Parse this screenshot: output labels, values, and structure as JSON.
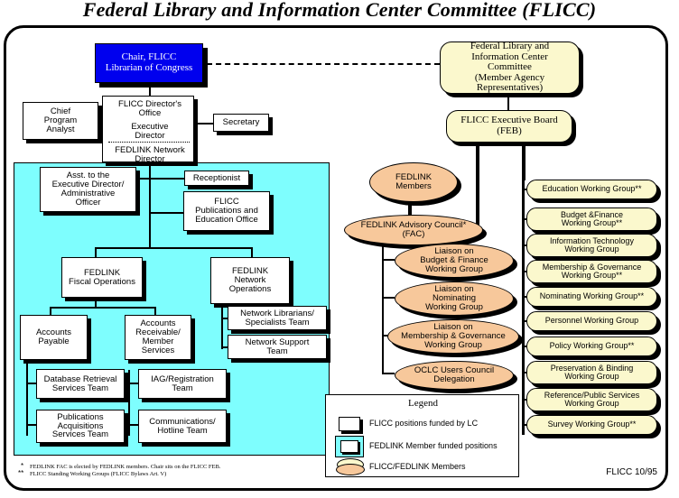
{
  "title": "Federal Library and Information Center Committee (FLICC)",
  "nodes": {
    "chair": "Chair, FLICC\nLibrarian of Congress",
    "flicc_committee": "Federal Library and\nInformation Center\nCommittee\n(Member Agency Representatives)",
    "feb": "FLICC Executive Board\n(FEB)",
    "directors_office_top": "FLICC Director's\nOffice",
    "directors_office_mid": "Executive\nDirector",
    "directors_office_bot": "FEDLINK Network\nDirector",
    "chief_program_analyst": "Chief\nProgram\nAnalyst",
    "secretary": "Secretary",
    "asst_exec_dir": "Asst. to the\nExecutive Director/\nAdministrative\nOfficer",
    "receptionist": "Receptionist",
    "pubs_education": "FLICC\nPublications and\nEducation Office",
    "fiscal_ops": "FEDLINK\nFiscal Operations",
    "network_ops": "FEDLINK\nNetwork\nOperations",
    "accounts_payable": "Accounts\nPayable",
    "accounts_receivable": "Accounts\nReceivable/\nMember\nServices",
    "network_librarians": "Network   Librarians/\nSpecialists   Team",
    "network_support": "Network   Support\nTeam",
    "database_retrieval": "Database Retrieval\nServices Team",
    "publications_acq": "Publications\nAcquisitions\nServices Team",
    "iag_registration": "IAG/Registration\nTeam",
    "communications": "Communications/\nHotline Team",
    "fedlink_members": "FEDLINK\nMembers",
    "fac": "FEDLINK Advisory Council*\n(FAC)",
    "liaison_budget": "Liaison on\nBudget & Finance\nWorking Group",
    "liaison_nominating": "Liaison on\nNominating\nWorking Group",
    "liaison_membership": "Liaison on\nMembership & Governance\nWorking Group",
    "oclc": "OCLC Users Council\nDelegation"
  },
  "working_groups": [
    "Education Working Group**",
    "Budget &Finance\nWorking Group**",
    "Information Technology\nWorking Group",
    "Membership & Governance\nWorking Group**",
    "Nominating Working Group**",
    "Personnel Working Group",
    "Policy Working Group**",
    "Preservation & Binding\nWorking Group",
    "Reference/Public Services\nWorking Group",
    "Survey Working Group**"
  ],
  "legend": {
    "title": "Legend",
    "items": [
      "FLICC positions funded by LC",
      "FEDLINK Member funded positions",
      "FLICC/FEDLINK Members"
    ]
  },
  "footnotes": [
    "FEDLINK FAC is elected by FEDLINK members.  Chair sits on the FLICC FEB.",
    "FLICC Standing Working Groups (FLICC Bylaws Art. V)"
  ],
  "footnote_marks": [
    "*",
    "**"
  ],
  "stamp": "FLICC 10/95",
  "colors": {
    "chair_fill": "#0000ee",
    "cream_fill": "#fbf8cd",
    "peach_fill": "#f7c89b",
    "cyan_panel": "#7efefe",
    "white_fill": "#ffffff",
    "line": "#000000"
  }
}
